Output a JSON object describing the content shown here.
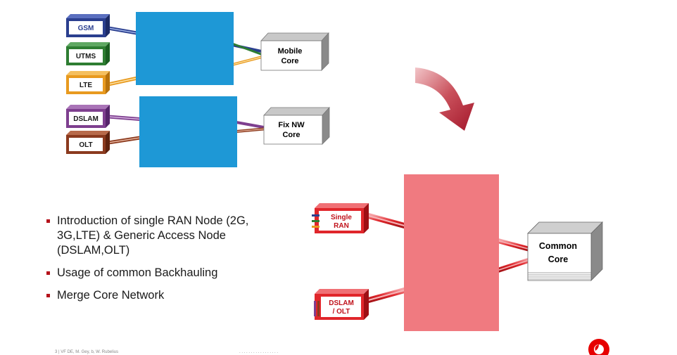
{
  "diagram": {
    "access_sources": [
      "GSM",
      "UTMS",
      "LTE",
      "DSLAM",
      "OLT"
    ],
    "mobile_core": [
      "Mobile",
      "Core"
    ],
    "fix_core": [
      "Fix NW",
      "Core"
    ],
    "single_ran": [
      "Single",
      "RAN"
    ],
    "dslam_olt": [
      "DSLAM",
      "/ OLT"
    ],
    "common_core": [
      "Common",
      "Core"
    ]
  },
  "colors": {
    "gsm": "#2b3f8f",
    "utms": "#2e7d32",
    "lte": "#e89a1f",
    "dslam": "#7e3f8f",
    "olt": "#8b3a1e",
    "node_blue": "#1e98d6",
    "node_pink": "#f07a80",
    "arrow": "#b7323f",
    "red_tag": "#e0262b"
  },
  "bullets": [
    [
      "Introduction of single RAN Node (2G,",
      "3G,LTE) & Generic Access Node",
      "(DSLAM,OLT)"
    ],
    [
      "Usage of common Backhauling"
    ],
    [
      "Merge Core Network"
    ]
  ],
  "footer": {
    "left": "3    |    VF DE, M. Gey, b, W. Rubelius",
    "mid": ". . .   . .  . .   .  .  . .   .  .  . .  . ."
  },
  "logo_icon": "vodafone-logo-icon"
}
